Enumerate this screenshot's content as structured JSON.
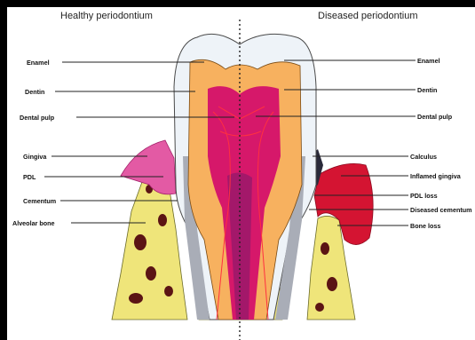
{
  "titles": {
    "left": "Healthy periodontium",
    "right": "Diseased periodontium"
  },
  "left_labels": [
    "Enamel",
    "Dentin",
    "Dental pulp",
    "Gingiva",
    "PDL",
    "Cementum",
    "Alveolar bone"
  ],
  "right_labels": [
    "Enamel",
    "Dentin",
    "Dental pulp",
    "Calculus",
    "Inflamed gingiva",
    "PDL loss",
    "Diseased cementum",
    "Bone loss"
  ],
  "colors": {
    "enamel": "#eef3f8",
    "dentin": "#f7b15f",
    "pulp": "#d6186a",
    "pulp_core": "#7a1a6a",
    "gingiva": "#e35aa4",
    "inflamed_gingiva": "#d41432",
    "bone": "#efe57a",
    "bone_marrow": "#5b1414",
    "pdl": "#f2d9a7",
    "cementum": "#a9adb7",
    "calculus": "#2a2a3a"
  }
}
